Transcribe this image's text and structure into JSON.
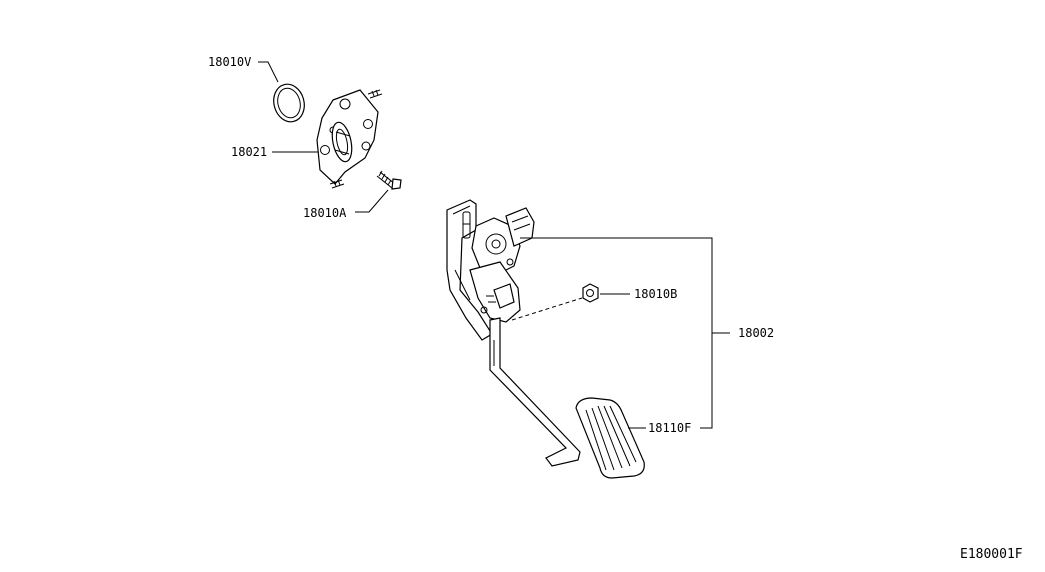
{
  "parts": {
    "o_ring": "18010V",
    "bracket_plate": "18021",
    "bolt": "18010A",
    "nut": "18010B",
    "pedal_assembly": "18002",
    "pedal_pad": "18110F"
  },
  "reference_code": "E180001F",
  "colors": {
    "line": "#000000",
    "background": "#ffffff"
  }
}
